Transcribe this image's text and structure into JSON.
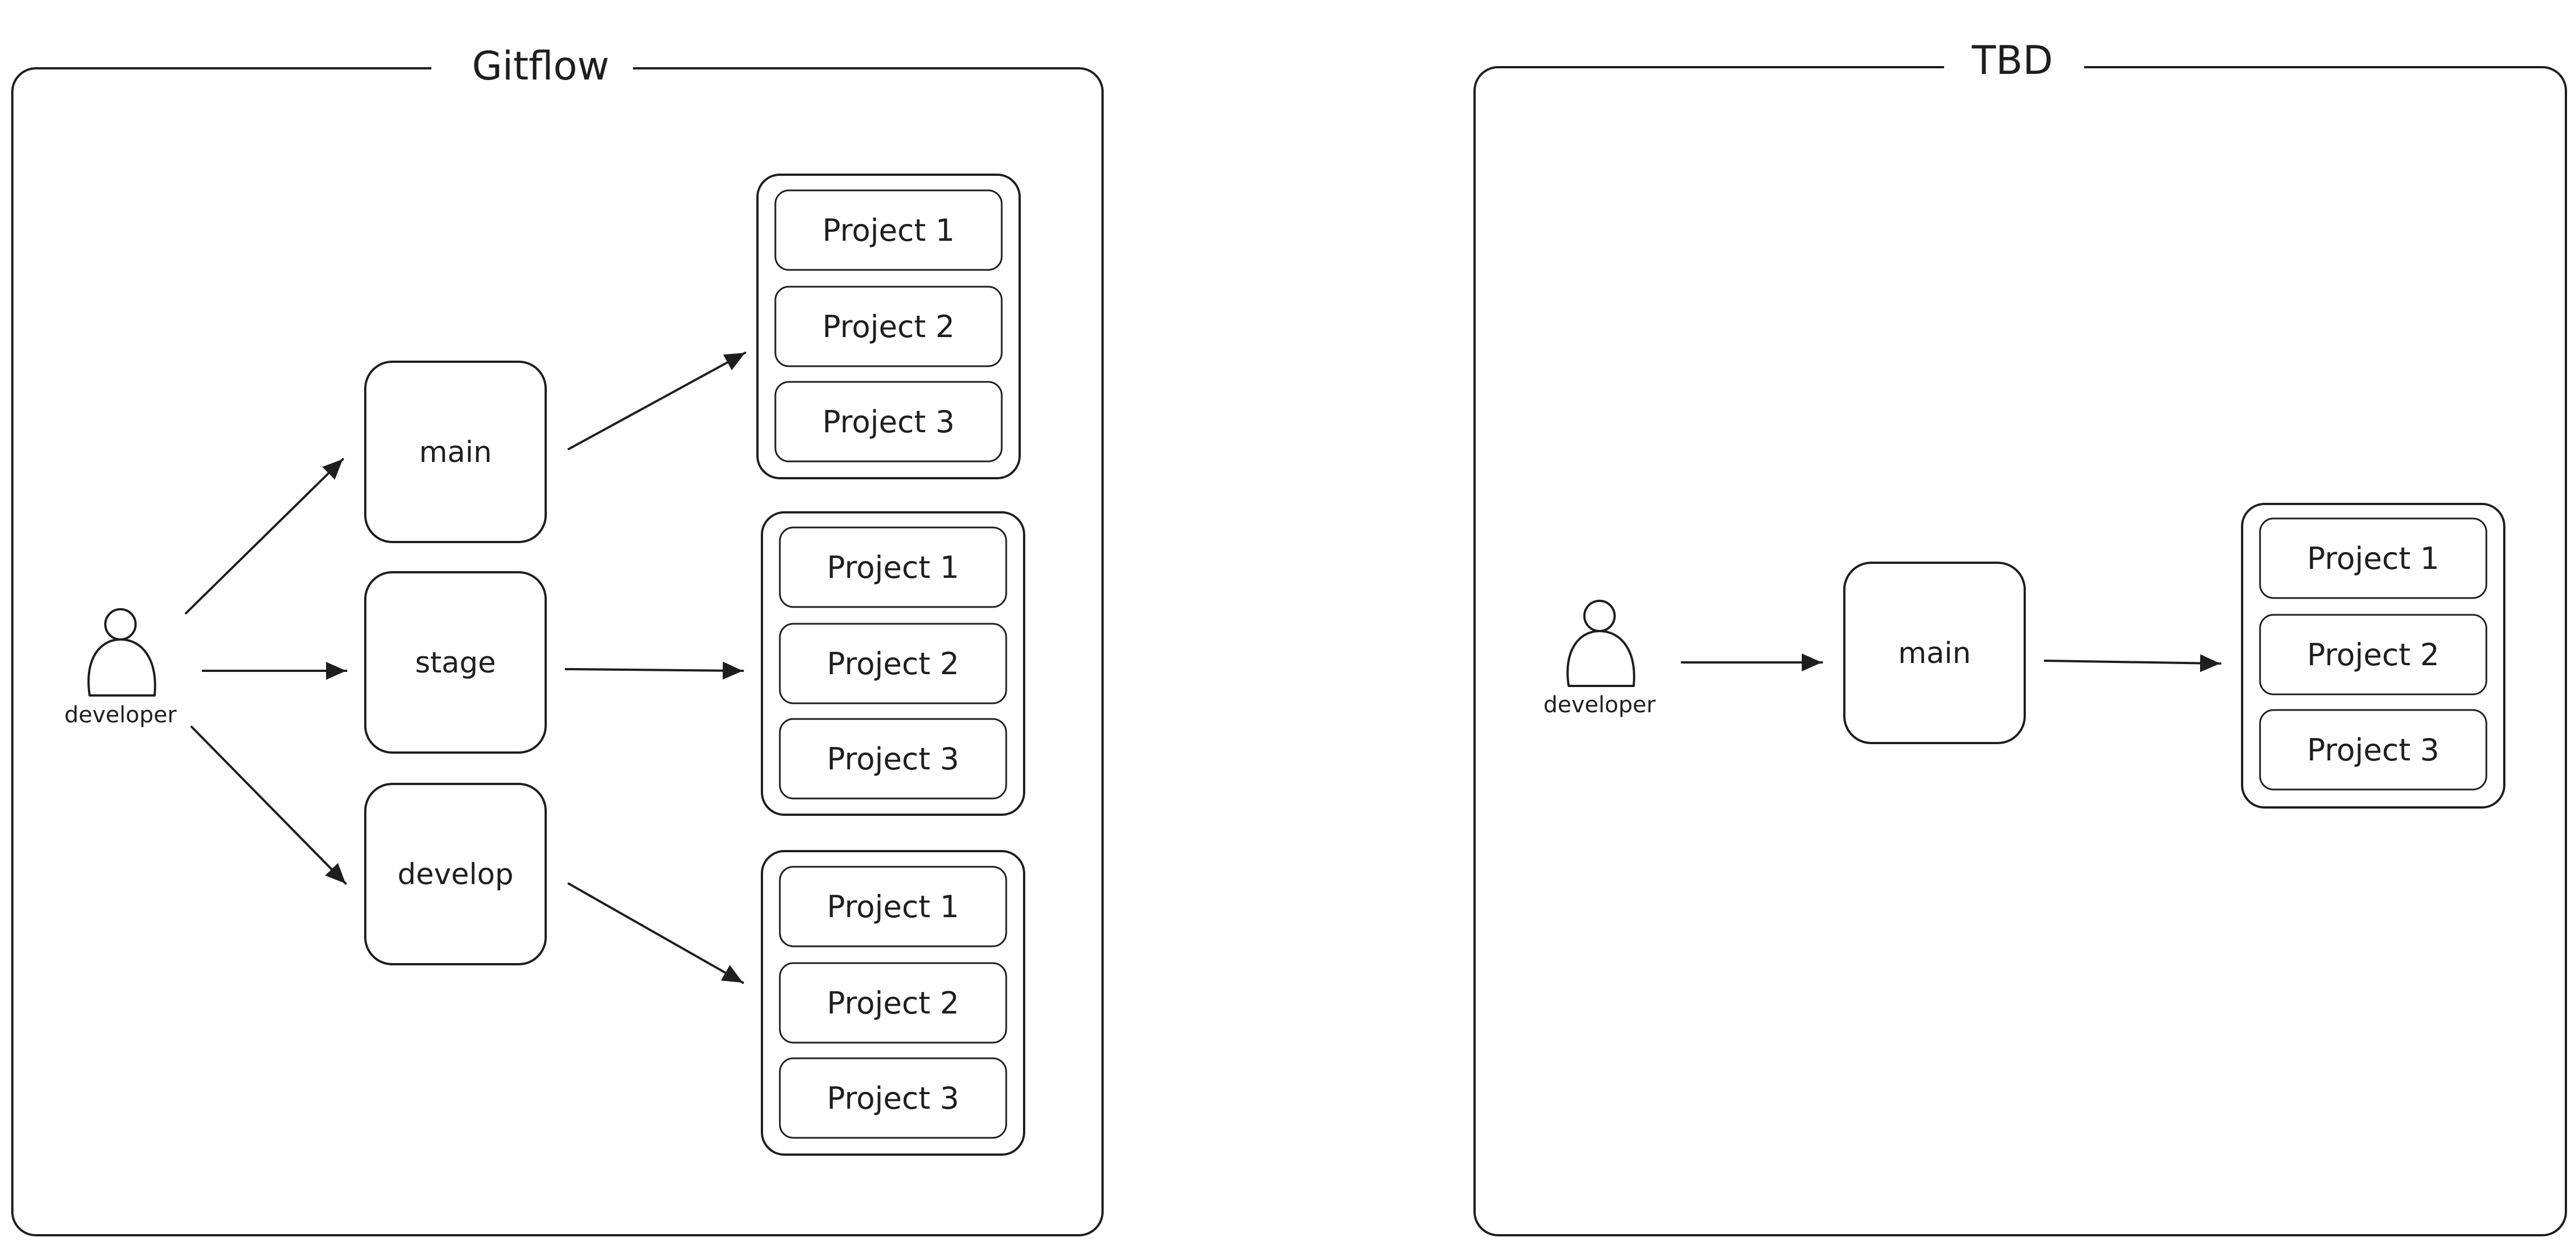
{
  "frames": [
    {
      "title": "Gitflow",
      "developer_label": "developer",
      "branches": [
        {
          "label": "main",
          "projects": [
            "Project 1",
            "Project 2",
            "Project 3"
          ]
        },
        {
          "label": "stage",
          "projects": [
            "Project 1",
            "Project 2",
            "Project 3"
          ]
        },
        {
          "label": "develop",
          "projects": [
            "Project 1",
            "Project 2",
            "Project 3"
          ]
        }
      ]
    },
    {
      "title": "TBD",
      "developer_label": "developer",
      "branches": [
        {
          "label": "main",
          "projects": [
            "Project 1",
            "Project 2",
            "Project 3"
          ]
        }
      ]
    }
  ],
  "colors": {
    "stroke": "#1e1e1e",
    "background": "#ffffff"
  }
}
